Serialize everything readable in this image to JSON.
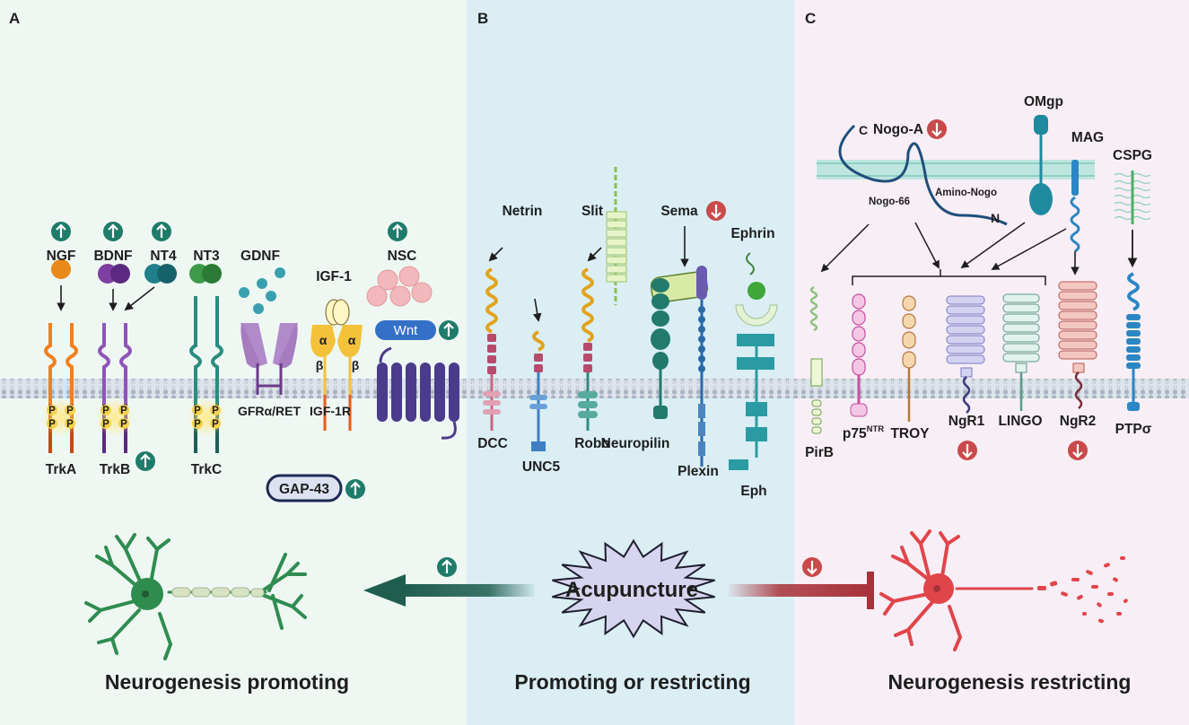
{
  "panels": [
    {
      "letter": "A",
      "caption": "Neurogenesis promoting",
      "bg": "#eef7f2"
    },
    {
      "letter": "B",
      "caption": "Promoting or restricting",
      "bg": "#daeef4"
    },
    {
      "letter": "C",
      "caption": "Neurogenesis restricting",
      "bg": "#f8eef6"
    }
  ],
  "center": {
    "label": "Acupuncture"
  },
  "panel_a": {
    "ligands": {
      "ngf": "NGF",
      "bdnf": "BDNF",
      "nt4": "NT4",
      "nt3": "NT3",
      "gdnf": "GDNF",
      "igf1": "IGF-1",
      "nsc": "NSC",
      "wnt": "Wnt"
    },
    "receptors": {
      "trka": "TrkA",
      "trkb": "TrkB",
      "trkc": "TrkC",
      "gfra": "GFRα/RET",
      "igf1r": "IGF-1R"
    },
    "phospho": "P",
    "alpha": "α",
    "beta": "β",
    "gap43": "GAP-43"
  },
  "panel_b": {
    "ligands": {
      "netrin": "Netrin",
      "slit": "Slit",
      "sema": "Sema",
      "ephrin": "Ephrin"
    },
    "receptors": {
      "dcc": "DCC",
      "unc5": "UNC5",
      "robo": "Robo",
      "neuropilin": "Neuropilin",
      "plexin": "Plexin",
      "eph": "Eph"
    }
  },
  "panel_c": {
    "ligands": {
      "nogoa": "Nogo-A",
      "omgp": "OMgp",
      "mag": "MAG",
      "cspg": "CSPG",
      "nogo66": "Nogo-66",
      "amino_nogo": "Amino-Nogo",
      "c_term": "C",
      "n_term": "N"
    },
    "receptors": {
      "pirb": "PirB",
      "p75": "p75",
      "p75_sup": "NTR",
      "troy": "TROY",
      "ngr1": "NgR1",
      "lingo": "LINGO",
      "ngr2": "NgR2",
      "ptps": "PTPσ"
    }
  },
  "colors": {
    "up_badge": "#1f7b6a",
    "down_badge": "#c94a4a",
    "promote_arrow": "#1f5e4f",
    "restrict_arrow": "#a8323a"
  },
  "icons": {
    "up": "arrow-up-icon",
    "down": "arrow-down-icon"
  }
}
